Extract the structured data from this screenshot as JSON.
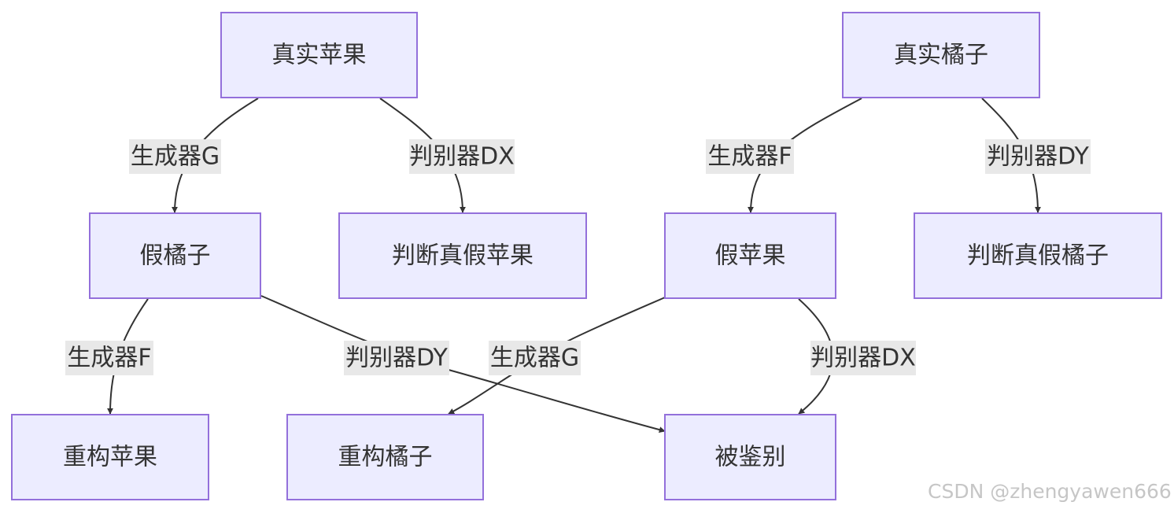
{
  "nodes": {
    "real_apple": "真实苹果",
    "real_orange": "真实橘子",
    "fake_orange": "假橘子",
    "judge_apple": "判断真假苹果",
    "fake_apple": "假苹果",
    "judge_orange": "判断真假橘子",
    "recon_apple": "重构苹果",
    "recon_orange": "重构橘子",
    "discriminated": "被鉴别"
  },
  "edge_labels": {
    "real_apple_to_fake_orange": "生成器G",
    "real_apple_to_judge_apple": "判别器DX",
    "real_orange_to_fake_apple": "生成器F",
    "real_orange_to_judge_orange": "判别器DY",
    "fake_orange_to_recon_apple": "生成器F",
    "fake_orange_to_discriminated": "判别器DY",
    "fake_apple_to_recon_orange": "生成器G",
    "fake_apple_to_discriminated": "判别器DX"
  },
  "watermark": "CSDN @zhengyawen666",
  "colors": {
    "node_fill": "#ececff",
    "node_stroke": "#9370db",
    "edge": "#333333",
    "label_bg": "#e8e8e8"
  }
}
